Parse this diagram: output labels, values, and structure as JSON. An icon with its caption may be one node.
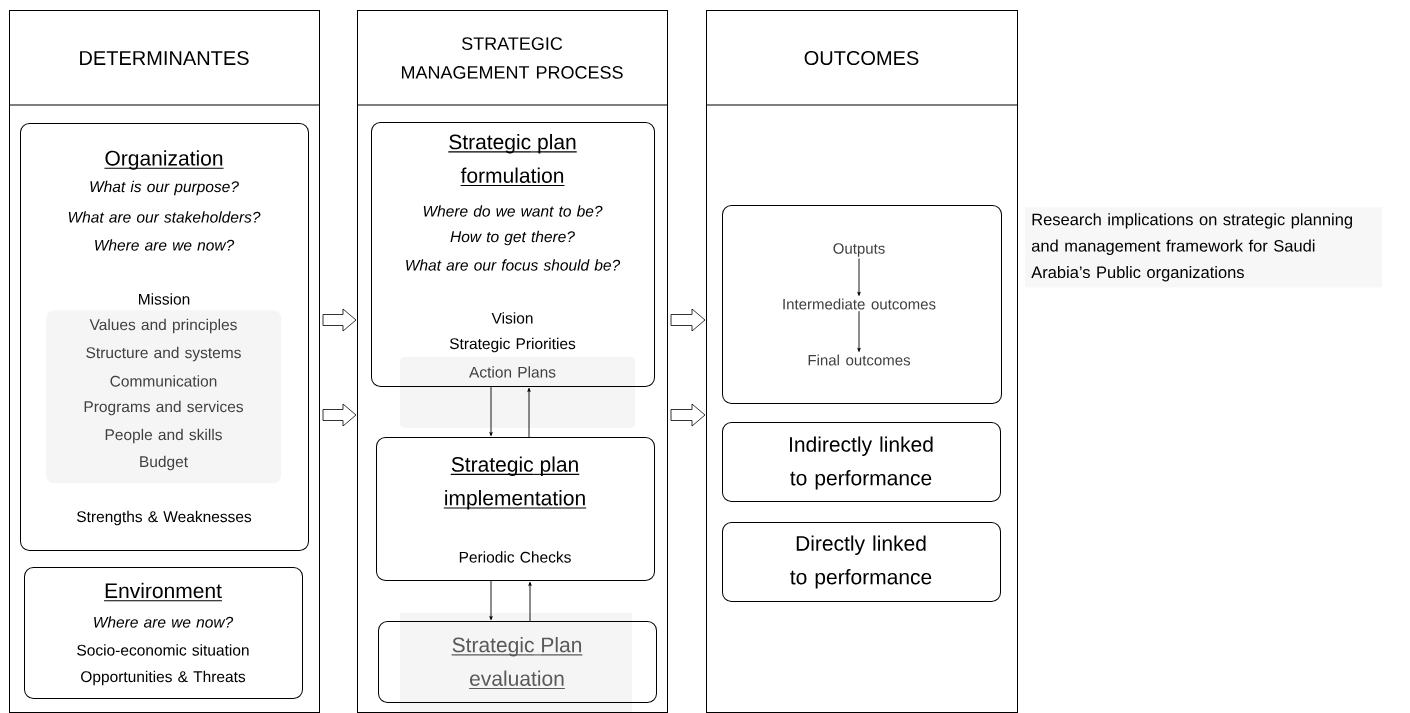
{
  "diagram": {
    "nodes": [
      {
        "text": [
          "DETERMINANTES"
        ]
      },
      {
        "text": [
          "Organization",
          "What is our purpose?",
          "What are our stakeholders?",
          "Where are we now?",
          "Mission",
          "Strengths & Weaknesses"
        ],
        "in": 0
      },
      {
        "text": [
          "Values and principles",
          "Structure and systems",
          "Communication",
          "Programs and services",
          "People and skills",
          "Budget"
        ],
        "in": 1
      },
      {
        "text": [
          "Environment",
          "Where are we now?",
          "Socio-economic situation",
          "Opportunities & Threats"
        ],
        "in": 0
      },
      {
        "text": [
          "STRATEGIC MANAGEMENT PROCESS"
        ]
      },
      {
        "text": [
          "Strategic plan formulation",
          "Where do we want to be?",
          "How to get there?",
          "What are our focus should be?",
          "Vision",
          "Strategic Priorities",
          "Action Plans"
        ],
        "in": 4
      },
      {
        "text": [
          "Strategic plan implementation",
          "Periodic Checks"
        ],
        "in": 4
      },
      {
        "text": [
          "Strategic Plan evaluation"
        ],
        "in": 4
      },
      {
        "text": [
          "OUTCOMES"
        ]
      },
      {
        "text": [],
        "shape": "box",
        "in": 8
      },
      {
        "text": [
          "Outputs"
        ],
        "in": 9
      },
      {
        "text": [
          "Intermediate outcomes"
        ],
        "in": 9
      },
      {
        "text": [
          "Final outcomes"
        ],
        "in": 9
      },
      {
        "text": [
          "Indirectly linked to performance"
        ],
        "in": 8
      },
      {
        "text": [
          "Directly linked to performance"
        ],
        "in": 8
      }
    ],
    "edges": [
      {
        "from": 0,
        "to": 4,
        "arrow": "to",
        "style": "thick"
      },
      {
        "from": 0,
        "to": 4,
        "arrow": "to",
        "style": "thick"
      },
      {
        "from": 4,
        "to": 8,
        "arrow": "to",
        "style": "thick"
      },
      {
        "from": 4,
        "to": 8,
        "arrow": "to",
        "style": "thick"
      },
      {
        "from": 5,
        "to": 6,
        "arrow": "to"
      },
      {
        "from": 6,
        "to": 5,
        "arrow": "to"
      },
      {
        "from": 6,
        "to": 7,
        "arrow": "to"
      },
      {
        "from": 7,
        "to": 6,
        "arrow": "to"
      },
      {
        "from": 10,
        "to": 11,
        "arrow": "to"
      },
      {
        "from": 11,
        "to": 12,
        "arrow": "to"
      }
    ],
    "labels": [
      "Research implications on strategic planning and management framework for Saudi Arabia’s Public organizations"
    ]
  }
}
